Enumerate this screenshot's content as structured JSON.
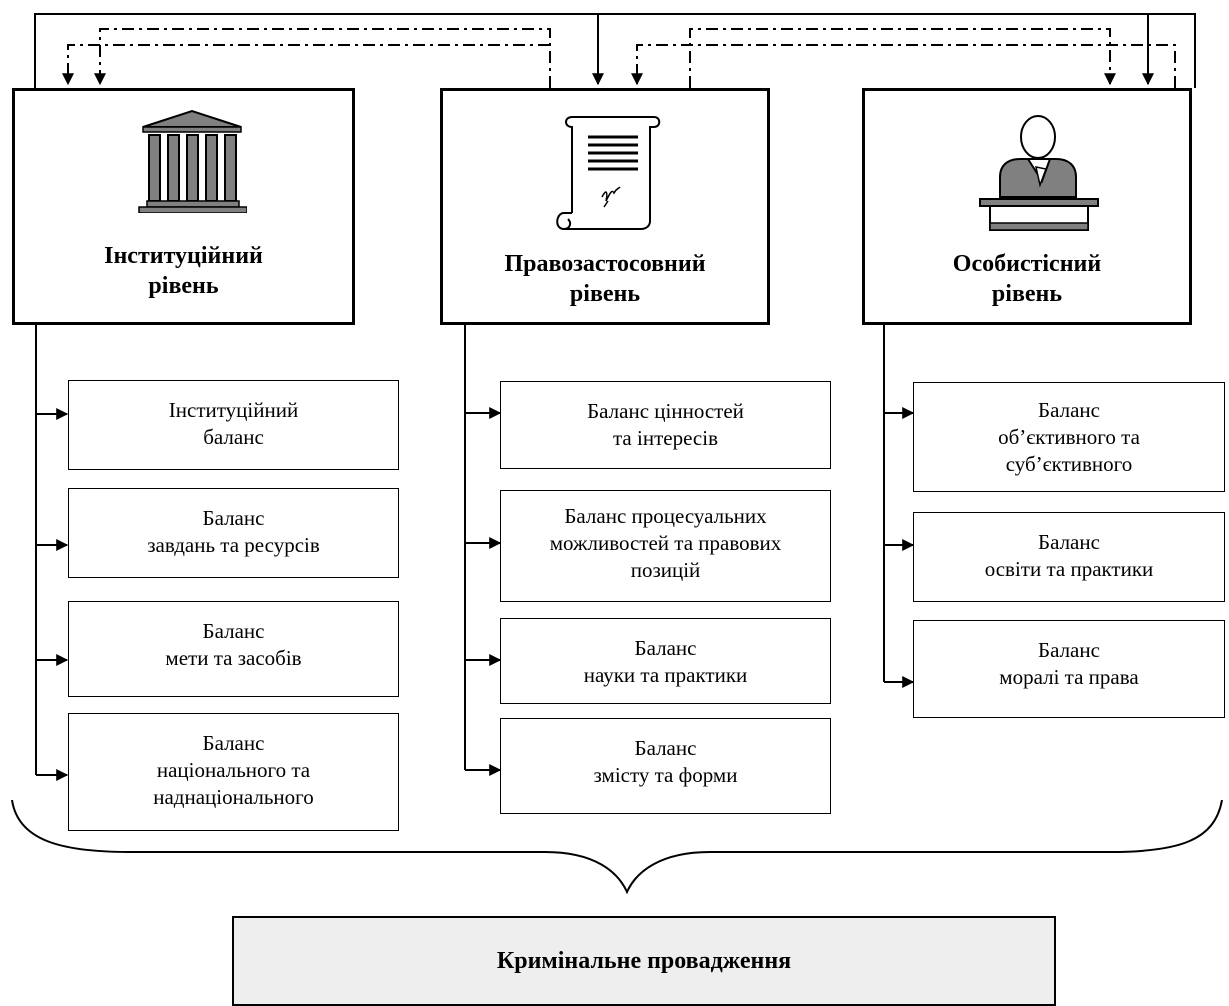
{
  "levels": [
    {
      "title": "Інституційний\nрівень",
      "icon": "institution-building-icon",
      "items": [
        "Інституційний\nбаланс",
        "Баланс\nзавдань та ресурсів",
        "Баланс\nмети та засобів",
        "Баланс\nнаціонального та\nнаднаціонального"
      ]
    },
    {
      "title": "Правозастосовний\nрівень",
      "icon": "legal-document-scroll-icon",
      "items": [
        "Баланс цінностей\nта інтересів",
        "Баланс процесуальних\nможливостей та правових\nпозицій",
        "Баланс\nнауки та практики",
        "Баланс\nзмісту та форми"
      ]
    },
    {
      "title": "Особистісний\nрівень",
      "icon": "judge-at-bench-icon",
      "items": [
        "Баланс\nоб’єктивного та\nсуб’єктивного",
        "Баланс\nосвіти та практики",
        "Баланс\nморалі та права"
      ]
    }
  ],
  "result": {
    "title": "Кримінальне провадження"
  },
  "colors": {
    "line": "#000000",
    "icon_fill": "#808080",
    "result_fill": "#eeeeee"
  }
}
